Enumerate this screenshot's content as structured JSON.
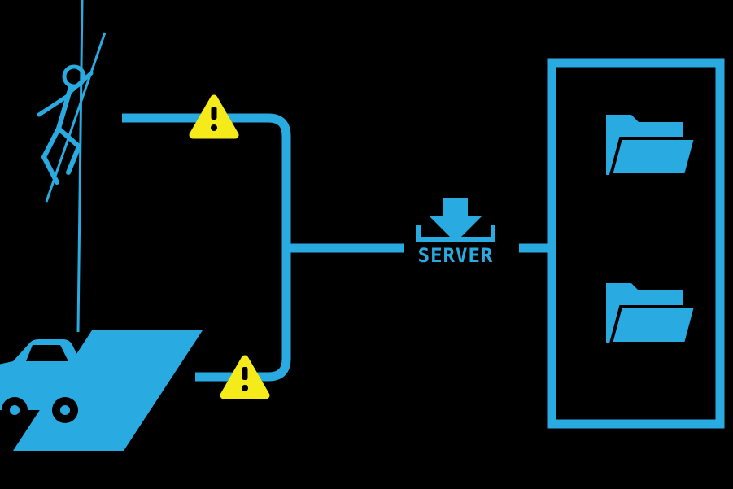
{
  "colors": {
    "accent": "#29ABE2",
    "warning": "#F5EB1A",
    "background": "#000000",
    "ink": "#000000"
  },
  "diagram": {
    "server_label": "SERVER",
    "icons": [
      "climber-icon",
      "rope-line",
      "car-icon",
      "ramp-shape",
      "warning-icon",
      "download-icon",
      "server-box",
      "folder-icon"
    ]
  }
}
